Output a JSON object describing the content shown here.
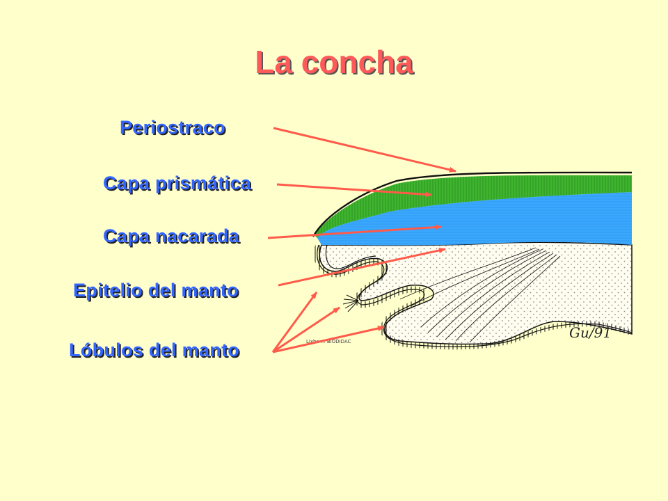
{
  "title": "La concha",
  "labels": {
    "periostraco": "Periostraco",
    "prismatica": "Capa prismática",
    "nacarada": "Capa nacarada",
    "epitelio": "Epitelio del manto",
    "lobulos": "Lóbulos del manto"
  },
  "drawing": {
    "credit": "Lixhe ... BIODIDAC",
    "signature": "Gu/91"
  },
  "colors": {
    "background": "#ffffcc",
    "title": "#ff5a5a",
    "label": "#3366ff",
    "arrow": "#ff5a4a",
    "prismatic_layer": "#3fb52f",
    "nacreous_layer": "#3aa8ff",
    "tissue": "#fffdf0"
  }
}
